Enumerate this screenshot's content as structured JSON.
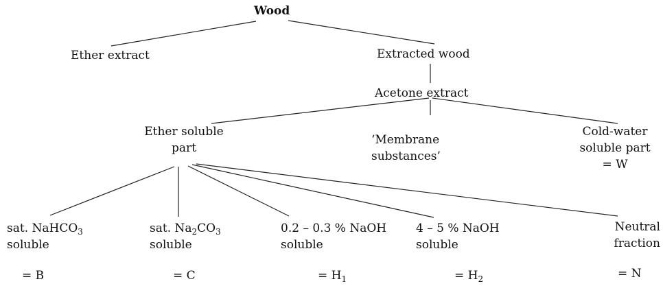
{
  "nodes": {
    "wood": "Wood",
    "ether_extract": "Ether extract",
    "extracted_wood": "Extracted wood",
    "acetone_extract": "Acetone extract",
    "ether_soluble": {
      "line1": "Ether soluble",
      "line2": "part"
    },
    "membrane": {
      "line1": "‘Membrane",
      "line2": "substances’"
    },
    "cold_water": {
      "line1": "Cold-water",
      "line2": "soluble part",
      "line3": "= W"
    },
    "leaf_b": {
      "line1_pre": "sat. NaHCO",
      "line1_sub": "3",
      "line2": "soluble",
      "code": "= B"
    },
    "leaf_c": {
      "line1_pre": "sat. Na",
      "line1_sub1": "2",
      "line1_mid": "CO",
      "line1_sub2": "3",
      "line2": "soluble",
      "code": "= C"
    },
    "leaf_h1": {
      "line1": "0.2 – 0.3 %  NaOH",
      "line2": "soluble",
      "code_pre": "= H",
      "code_sub": "1"
    },
    "leaf_h2": {
      "line1": "4 – 5 %  NaOH",
      "line2": "soluble",
      "code_pre": "= H",
      "code_sub": "2"
    },
    "leaf_n": {
      "line1": "Neutral",
      "line2": "fraction",
      "code": "= N"
    }
  }
}
